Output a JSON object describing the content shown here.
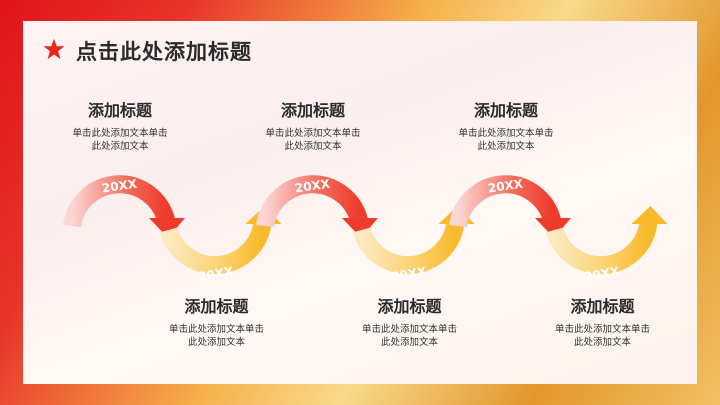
{
  "header": {
    "title": "点击此处添加标题",
    "icon": "star-icon",
    "accent": "#e8261f"
  },
  "timeline": [
    {
      "year": "20XX",
      "title": "添加标题",
      "text_line1": "单击此处添加文本单击",
      "text_line2": "此处添加文本",
      "color": "red"
    },
    {
      "year": "20XX",
      "title": "添加标题",
      "text_line1": "单击此处添加文本单击",
      "text_line2": "此处添加文本",
      "color": "yellow"
    },
    {
      "year": "20XX",
      "title": "添加标题",
      "text_line1": "单击此处添加文本单击",
      "text_line2": "此处添加文本",
      "color": "red"
    },
    {
      "year": "20XX",
      "title": "添加标题",
      "text_line1": "单击此处添加文本单击",
      "text_line2": "此处添加文本",
      "color": "yellow"
    },
    {
      "year": "20XX",
      "title": "添加标题",
      "text_line1": "单击此处添加文本单击",
      "text_line2": "此处添加文本",
      "color": "red"
    },
    {
      "year": "20XX",
      "title": "添加标题",
      "text_line1": "单击此处添加文本单击",
      "text_line2": "此处添加文本",
      "color": "yellow"
    }
  ]
}
